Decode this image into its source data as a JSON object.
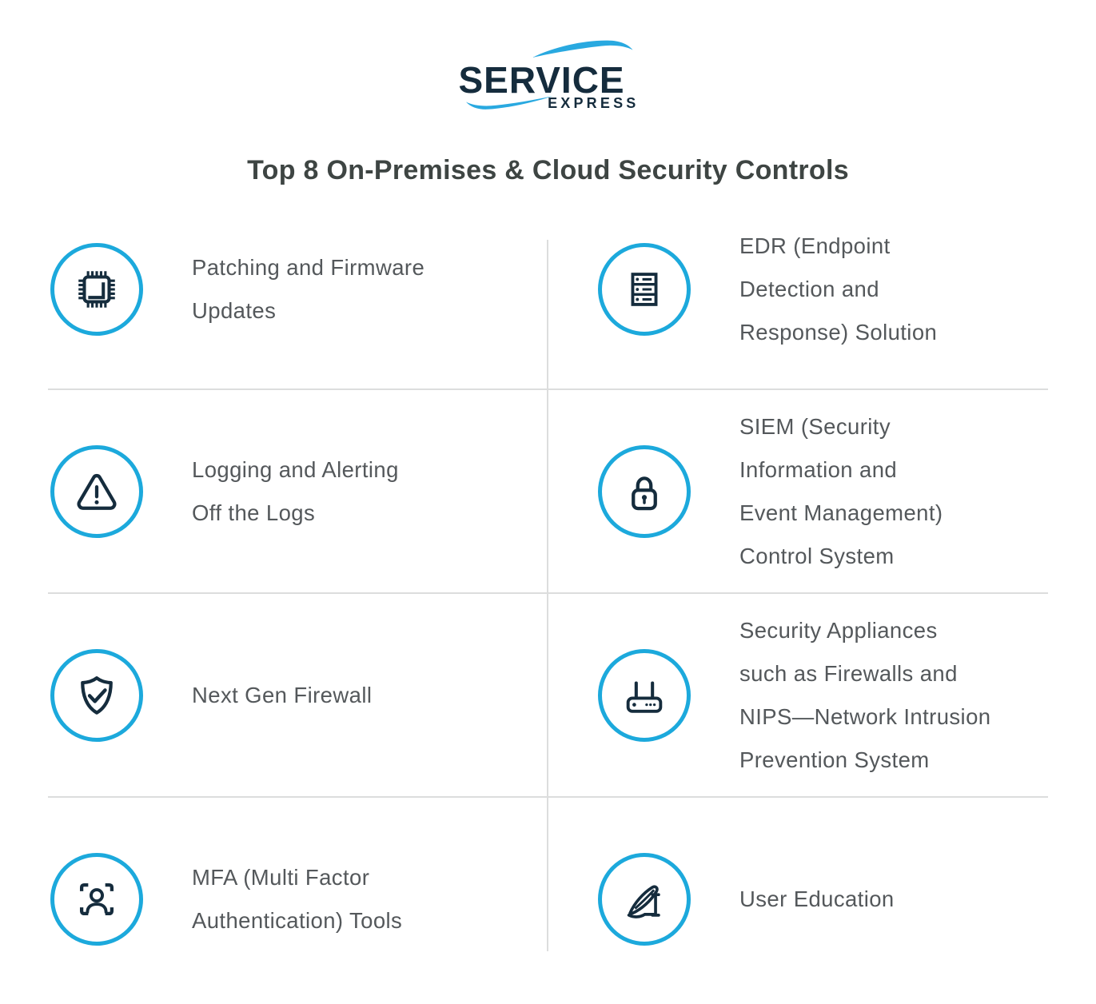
{
  "logo": {
    "name": "SERVICE",
    "sub": "EXPRESS"
  },
  "title": "Top 8 On-Premises & Cloud Security Controls",
  "colors": {
    "brand_blue": "#1ca9dc",
    "swoosh_blue": "#29a9e0",
    "icon_navy": "#152c3d",
    "label_gray": "#54585b",
    "title_gray": "#3e4543",
    "divider_gray": "#dcdddd"
  },
  "items": [
    {
      "icon": "chip-icon",
      "label": "Patching and Firmware\nUpdates"
    },
    {
      "icon": "server-icon",
      "label": "EDR (Endpoint\nDetection and\nResponse) Solution"
    },
    {
      "icon": "warning-triangle-icon",
      "label": "Logging and Alerting\nOff the Logs"
    },
    {
      "icon": "lock-icon",
      "label": "SIEM (Security\nInformation and\nEvent Management)\nControl System"
    },
    {
      "icon": "shield-check-icon",
      "label": "Next Gen Firewall"
    },
    {
      "icon": "router-icon",
      "label": "Security Appliances\nsuch as Firewalls and\nNIPS—Network Intrusion\nPrevention System"
    },
    {
      "icon": "face-scan-icon",
      "label": "MFA (Multi Factor\nAuthentication) Tools"
    },
    {
      "icon": "pen-icon",
      "label": "User Education"
    }
  ]
}
